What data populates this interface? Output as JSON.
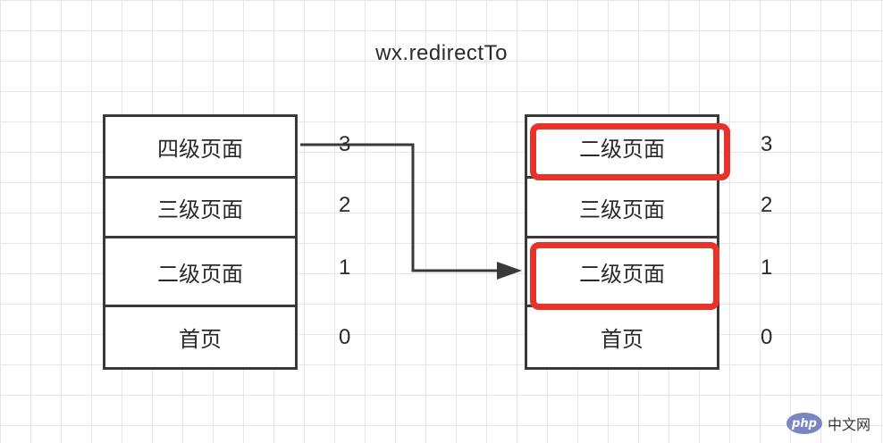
{
  "title": "wx.redirectTo",
  "left_stack": {
    "pages": [
      "四级页面",
      "三级页面",
      "二级页面",
      "首页"
    ],
    "indices": [
      "3",
      "2",
      "1",
      "0"
    ]
  },
  "right_stack": {
    "pages": [
      "二级页面",
      "三级页面",
      "二级页面",
      "首页"
    ],
    "indices": [
      "3",
      "2",
      "1",
      "0"
    ],
    "highlighted_rows": [
      0,
      2
    ]
  },
  "colors": {
    "highlight": "#e8332a",
    "stroke": "#3a3a3a",
    "grid": "#e6e6e6"
  },
  "watermark": {
    "logo": "php",
    "text": "中文网"
  }
}
